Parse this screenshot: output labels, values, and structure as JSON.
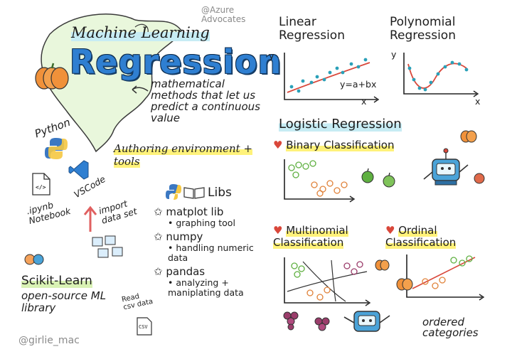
{
  "credit_top": "@Azure Advocates",
  "credit_bottom": "@girlie_mac",
  "header": {
    "subtitle": "Machine Learning",
    "title": "Regression",
    "definition": "mathematical methods that let us predict a continuous value"
  },
  "left": {
    "python": "Python",
    "ipynb": ".ipynb Notebook",
    "vscode": "VSCode",
    "import_data": "import data set",
    "authoring": "Authoring environment + tools",
    "libs_title": "Libs",
    "libs": [
      {
        "name": "matplot lib",
        "desc": "graphing tool"
      },
      {
        "name": "numpy",
        "desc": "handling numeric data"
      },
      {
        "name": "pandas",
        "desc": "analyzing + maniplating data"
      }
    ],
    "read_csv": "Read csv data",
    "csv_label": "CSV",
    "scikit_title": "Scikit-Learn",
    "scikit_desc": "open-source ML library"
  },
  "linear": {
    "title": "Linear Regression",
    "equation": "y=a+bx",
    "y_axis": "y",
    "x_axis": "x"
  },
  "polynomial": {
    "title": "Polynomial Regression",
    "y_axis": "y",
    "x_axis": "x"
  },
  "logistic": {
    "title": "Logistic Regression",
    "binary": "Binary Classification",
    "multinomial": "Multinomial Classification",
    "ordinal": "Ordinal Classification",
    "ordered": "ordered categories"
  },
  "colors": {
    "accent_blue": "#2f7fd1",
    "pumpkin": "#f0913a",
    "apple_green": "#5fb041",
    "trend_red": "#d9473a",
    "dot_teal": "#2aa0b8",
    "grape": "#9b3d6b"
  }
}
